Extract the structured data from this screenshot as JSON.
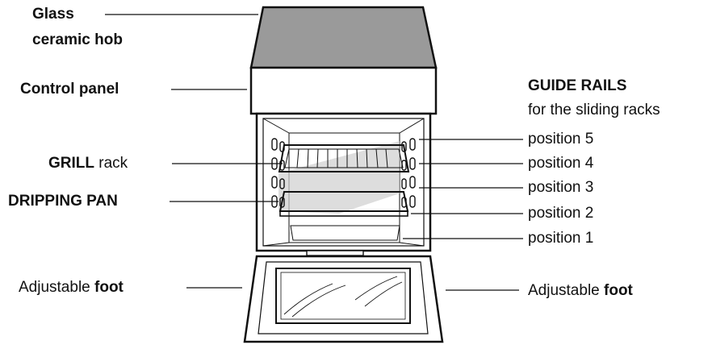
{
  "labels": {
    "hob_line1": "Glass",
    "hob_line2": "ceramic hob",
    "control_panel": "Control panel",
    "grill_bold": "GRILL",
    "grill_rest": " rack",
    "dripping_pan": "DRIPPING PAN",
    "foot_left_rest": "Adjustable ",
    "foot_left_bold": "foot",
    "guide_title": "GUIDE RAILS",
    "guide_subtitle": "for the sliding racks",
    "positions": [
      "position 5",
      "position 4",
      "position 3",
      "position 2",
      "position 1"
    ],
    "foot_right_rest": "Adjustable ",
    "foot_right_bold": "foot"
  },
  "colors": {
    "ink": "#111111",
    "hob": "#9a9a9a",
    "shadow": "#cfcfcf",
    "background": "#ffffff"
  },
  "icons": {
    "appliance": "oven-illustration"
  }
}
